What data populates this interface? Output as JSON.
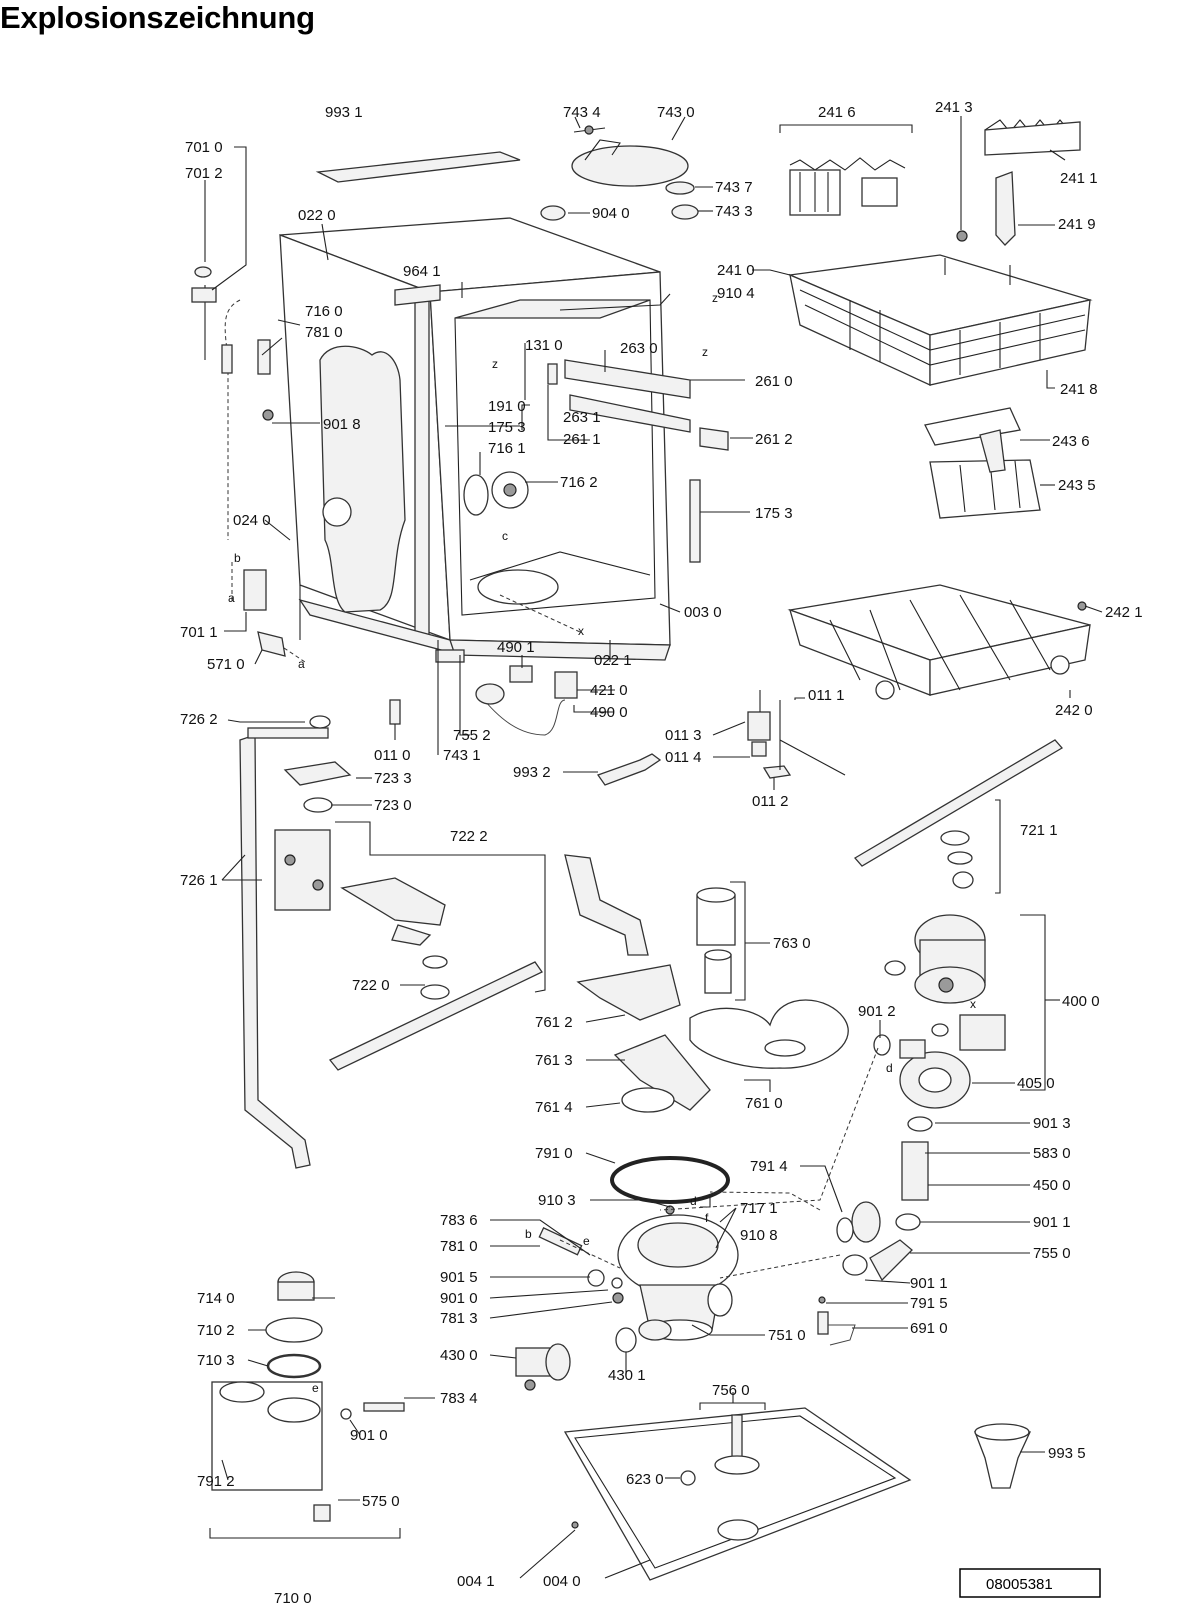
{
  "title": "Explosionszeichnung",
  "drawing_number": "08005381",
  "callouts": [
    {
      "id": "993-1",
      "text": "993 1"
    },
    {
      "id": "743-4",
      "text": "743 4"
    },
    {
      "id": "743-0",
      "text": "743 0"
    },
    {
      "id": "241-6",
      "text": "241 6"
    },
    {
      "id": "241-3",
      "text": "241 3"
    },
    {
      "id": "701-0",
      "text": "701 0"
    },
    {
      "id": "701-2",
      "text": "701 2"
    },
    {
      "id": "743-7",
      "text": "743 7"
    },
    {
      "id": "904-0",
      "text": "904 0"
    },
    {
      "id": "743-3",
      "text": "743 3"
    },
    {
      "id": "241-1",
      "text": "241 1"
    },
    {
      "id": "022-0",
      "text": "022 0"
    },
    {
      "id": "241-9",
      "text": "241 9"
    },
    {
      "id": "964-1",
      "text": "964 1"
    },
    {
      "id": "241-0",
      "text": "241 0"
    },
    {
      "id": "910-4",
      "text": "910 4"
    },
    {
      "id": "716-0",
      "text": "716 0"
    },
    {
      "id": "781-0a",
      "text": "781 0"
    },
    {
      "id": "131-0",
      "text": "131 0"
    },
    {
      "id": "263-0",
      "text": "263 0"
    },
    {
      "id": "261-0",
      "text": "261 0"
    },
    {
      "id": "241-8",
      "text": "241 8"
    },
    {
      "id": "191-0",
      "text": "191 0"
    },
    {
      "id": "901-8",
      "text": "901 8"
    },
    {
      "id": "175-3a",
      "text": "175 3"
    },
    {
      "id": "263-1",
      "text": "263 1"
    },
    {
      "id": "261-1",
      "text": "261 1"
    },
    {
      "id": "261-2",
      "text": "261 2"
    },
    {
      "id": "243-6",
      "text": "243 6"
    },
    {
      "id": "716-1",
      "text": "716 1"
    },
    {
      "id": "716-2",
      "text": "716 2"
    },
    {
      "id": "243-5",
      "text": "243 5"
    },
    {
      "id": "024-0",
      "text": "024 0"
    },
    {
      "id": "175-3b",
      "text": "175 3"
    },
    {
      "id": "003-0",
      "text": "003 0"
    },
    {
      "id": "242-1",
      "text": "242 1"
    },
    {
      "id": "701-1",
      "text": "701 1"
    },
    {
      "id": "490-1",
      "text": "490 1"
    },
    {
      "id": "022-1",
      "text": "022 1"
    },
    {
      "id": "571-0",
      "text": "571 0"
    },
    {
      "id": "421-0",
      "text": "421 0"
    },
    {
      "id": "490-0",
      "text": "490 0"
    },
    {
      "id": "011-1",
      "text": "011 1"
    },
    {
      "id": "242-0",
      "text": "242 0"
    },
    {
      "id": "726-2",
      "text": "726 2"
    },
    {
      "id": "755-2",
      "text": "755 2"
    },
    {
      "id": "011-3",
      "text": "011 3"
    },
    {
      "id": "011-0",
      "text": "011 0"
    },
    {
      "id": "743-1",
      "text": "743 1"
    },
    {
      "id": "011-4",
      "text": "011 4"
    },
    {
      "id": "993-2",
      "text": "993 2"
    },
    {
      "id": "723-3",
      "text": "723 3"
    },
    {
      "id": "011-2",
      "text": "011 2"
    },
    {
      "id": "723-0",
      "text": "723 0"
    },
    {
      "id": "721-1",
      "text": "721 1"
    },
    {
      "id": "722-2",
      "text": "722 2"
    },
    {
      "id": "726-1",
      "text": "726 1"
    },
    {
      "id": "763-0",
      "text": "763 0"
    },
    {
      "id": "722-0",
      "text": "722 0"
    },
    {
      "id": "400-0",
      "text": "400 0"
    },
    {
      "id": "901-2",
      "text": "901 2"
    },
    {
      "id": "761-2",
      "text": "761 2"
    },
    {
      "id": "761-3",
      "text": "761 3"
    },
    {
      "id": "405-0",
      "text": "405 0"
    },
    {
      "id": "761-0",
      "text": "761 0"
    },
    {
      "id": "761-4",
      "text": "761 4"
    },
    {
      "id": "901-3",
      "text": "901 3"
    },
    {
      "id": "791-0",
      "text": "791 0"
    },
    {
      "id": "583-0",
      "text": "583 0"
    },
    {
      "id": "791-4",
      "text": "791 4"
    },
    {
      "id": "450-0",
      "text": "450 0"
    },
    {
      "id": "910-3",
      "text": "910 3"
    },
    {
      "id": "717-1",
      "text": "717 1"
    },
    {
      "id": "783-6",
      "text": "783 6"
    },
    {
      "id": "910-8",
      "text": "910 8"
    },
    {
      "id": "901-1a",
      "text": "901 1"
    },
    {
      "id": "781-0b",
      "text": "781 0"
    },
    {
      "id": "755-0",
      "text": "755 0"
    },
    {
      "id": "901-5",
      "text": "901 5"
    },
    {
      "id": "901-1b",
      "text": "901 1"
    },
    {
      "id": "901-0a",
      "text": "901 0"
    },
    {
      "id": "791-5",
      "text": "791 5"
    },
    {
      "id": "714-0",
      "text": "714 0"
    },
    {
      "id": "781-3",
      "text": "781 3"
    },
    {
      "id": "751-0",
      "text": "751 0"
    },
    {
      "id": "691-0",
      "text": "691 0"
    },
    {
      "id": "710-2",
      "text": "710 2"
    },
    {
      "id": "430-0",
      "text": "430 0"
    },
    {
      "id": "430-1",
      "text": "430 1"
    },
    {
      "id": "710-3",
      "text": "710 3"
    },
    {
      "id": "783-4",
      "text": "783 4"
    },
    {
      "id": "756-0",
      "text": "756 0"
    },
    {
      "id": "901-0b",
      "text": "901 0"
    },
    {
      "id": "993-5",
      "text": "993 5"
    },
    {
      "id": "791-2",
      "text": "791 2"
    },
    {
      "id": "623-0",
      "text": "623 0"
    },
    {
      "id": "575-0",
      "text": "575 0"
    },
    {
      "id": "004-1",
      "text": "004 1"
    },
    {
      "id": "004-0",
      "text": "004 0"
    },
    {
      "id": "710-0",
      "text": "710 0"
    }
  ],
  "connection_letters": [
    {
      "id": "b1",
      "text": "b"
    },
    {
      "id": "a1",
      "text": "a"
    },
    {
      "id": "a2",
      "text": "a"
    },
    {
      "id": "z1",
      "text": "z"
    },
    {
      "id": "z2",
      "text": "z"
    },
    {
      "id": "z3",
      "text": "z"
    },
    {
      "id": "c1",
      "text": "c"
    },
    {
      "id": "x1",
      "text": "x"
    },
    {
      "id": "x2",
      "text": "x"
    },
    {
      "id": "d1",
      "text": "d"
    },
    {
      "id": "d2",
      "text": "d"
    },
    {
      "id": "e1",
      "text": "e"
    },
    {
      "id": "e2",
      "text": "e"
    },
    {
      "id": "b2",
      "text": "b"
    },
    {
      "id": "f1",
      "text": "f"
    }
  ]
}
